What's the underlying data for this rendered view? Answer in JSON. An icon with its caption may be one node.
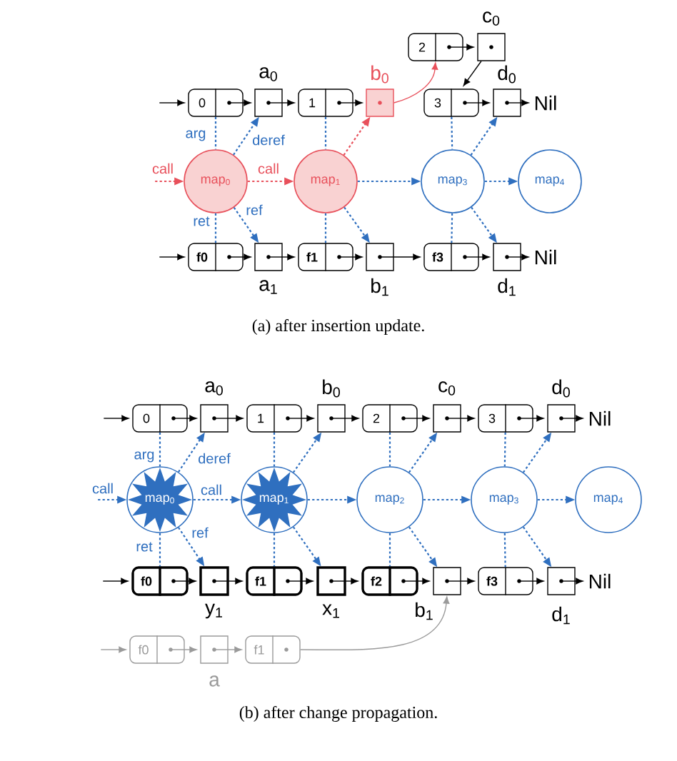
{
  "diagram": {
    "nodes": [
      {
        "text": [
          "0"
        ]
      },
      {
        "text": [],
        "shape": "box",
        "beside": [
          "a$_{0}$"
        ]
      },
      {
        "text": [
          "1"
        ]
      },
      {
        "text": [],
        "shape": "box",
        "beside": [
          "b$_{0}$"
        ]
      },
      {
        "text": [
          "2"
        ]
      },
      {
        "text": [],
        "shape": "box",
        "beside": [
          "c$_{0}$"
        ]
      },
      {
        "text": [
          "3"
        ]
      },
      {
        "text": [],
        "shape": "box",
        "beside": [
          "d$_{0}$"
        ]
      },
      {
        "text": [
          "Nil"
        ]
      },
      {
        "text": [
          "map$_{0}$"
        ]
      },
      {
        "text": [
          "map$_{1}$"
        ]
      },
      {
        "text": [
          "map$_{3}$"
        ]
      },
      {
        "text": [
          "map$_{4}$"
        ]
      },
      {
        "text": [
          "f0"
        ]
      },
      {
        "text": [],
        "shape": "box",
        "beside": [
          "a$_{1}$"
        ]
      },
      {
        "text": [
          "f1"
        ]
      },
      {
        "text": [],
        "shape": "box",
        "beside": [
          "b$_{1}$"
        ]
      },
      {
        "text": [
          "f3"
        ]
      },
      {
        "text": [],
        "shape": "box",
        "beside": [
          "d$_{1}$"
        ]
      },
      {
        "text": [
          "Nil"
        ]
      },
      {
        "text": [
          "0"
        ]
      },
      {
        "text": [],
        "shape": "box",
        "beside": [
          "a$_{0}$"
        ]
      },
      {
        "text": [
          "1"
        ]
      },
      {
        "text": [],
        "shape": "box",
        "beside": [
          "b$_{0}$"
        ]
      },
      {
        "text": [
          "2"
        ]
      },
      {
        "text": [],
        "shape": "box",
        "beside": [
          "c$_{0}$"
        ]
      },
      {
        "text": [
          "3"
        ]
      },
      {
        "text": [],
        "shape": "box",
        "beside": [
          "d$_{0}$"
        ]
      },
      {
        "text": [
          "Nil"
        ]
      },
      {
        "text": [
          "map$_{0}$"
        ]
      },
      {
        "text": [
          "map$_{1}$"
        ]
      },
      {
        "text": [
          "map$_{2}$"
        ]
      },
      {
        "text": [
          "map$_{3}$"
        ]
      },
      {
        "text": [
          "map$_{4}$"
        ]
      },
      {
        "text": [
          "f0"
        ]
      },
      {
        "text": [],
        "shape": "box",
        "beside": [
          "y$_{1}$"
        ]
      },
      {
        "text": [
          "f1"
        ]
      },
      {
        "text": [],
        "shape": "box",
        "beside": [
          "x$_{1}$"
        ]
      },
      {
        "text": [
          "f2"
        ]
      },
      {
        "text": [],
        "shape": "box",
        "beside": [
          "b$_{1}$"
        ]
      },
      {
        "text": [
          "f3"
        ]
      },
      {
        "text": [],
        "shape": "box",
        "beside": [
          "d$_{1}$"
        ]
      },
      {
        "text": [
          "Nil"
        ]
      },
      {
        "text": [
          "f0"
        ]
      },
      {
        "text": [],
        "shape": "box",
        "beside": [
          "a"
        ]
      },
      {
        "text": [
          "f1"
        ]
      }
    ],
    "edges": [
      {
        "from": null,
        "to": 0,
        "arrow": "to",
        "color": "#000000"
      },
      {
        "from": 0,
        "to": 1,
        "arrow": "to",
        "color": "#000000"
      },
      {
        "from": 1,
        "to": 2,
        "arrow": "to",
        "color": "#000000"
      },
      {
        "from": 2,
        "to": 3,
        "arrow": "to",
        "color": "#000000"
      },
      {
        "from": 3,
        "to": 4,
        "arrow": "to",
        "color": "#e8505b"
      },
      {
        "from": 4,
        "to": 5,
        "arrow": "to",
        "color": "#000000"
      },
      {
        "from": 5,
        "to": 6,
        "arrow": "to",
        "color": "#000000"
      },
      {
        "from": 6,
        "to": 7,
        "arrow": "to",
        "color": "#000000"
      },
      {
        "from": 7,
        "to": 8,
        "arrow": "to",
        "color": "#000000"
      },
      {
        "from": null,
        "to": 13,
        "arrow": "to",
        "color": "#000000"
      },
      {
        "from": 13,
        "to": 14,
        "arrow": "to",
        "color": "#000000"
      },
      {
        "from": 14,
        "to": 15,
        "arrow": "to",
        "color": "#000000"
      },
      {
        "from": 15,
        "to": 16,
        "arrow": "to",
        "color": "#000000"
      },
      {
        "from": 16,
        "to": 17,
        "arrow": "to",
        "color": "#000000"
      },
      {
        "from": 17,
        "to": 18,
        "arrow": "to",
        "color": "#000000"
      },
      {
        "from": 18,
        "to": 19,
        "arrow": "to",
        "color": "#000000"
      },
      {
        "from": 0,
        "to": 9,
        "arrow": "none",
        "style": "dashed",
        "color": "#2f6fbf",
        "label": "arg"
      },
      {
        "from": 9,
        "to": 1,
        "arrow": "to",
        "style": "dashed",
        "color": "#2f6fbf",
        "label": "deref"
      },
      {
        "from": 9,
        "to": 13,
        "arrow": "none",
        "style": "dashed",
        "color": "#2f6fbf",
        "label": "ret"
      },
      {
        "from": 9,
        "to": 14,
        "arrow": "to",
        "style": "dashed",
        "color": "#2f6fbf",
        "label": "ref"
      },
      {
        "from": null,
        "to": 9,
        "arrow": "to",
        "style": "dashed",
        "color": "#e8505b",
        "label": "call"
      },
      {
        "from": 9,
        "to": 10,
        "arrow": "to",
        "style": "dashed",
        "color": "#e8505b",
        "label": "call"
      },
      {
        "from": 2,
        "to": 10,
        "arrow": "none",
        "style": "dashed",
        "color": "#2f6fbf"
      },
      {
        "from": 10,
        "to": 3,
        "arrow": "to",
        "style": "dashed",
        "color": "#e8505b"
      },
      {
        "from": 10,
        "to": 15,
        "arrow": "none",
        "style": "dashed",
        "color": "#2f6fbf"
      },
      {
        "from": 10,
        "to": 16,
        "arrow": "to",
        "style": "dashed",
        "color": "#2f6fbf"
      },
      {
        "from": 10,
        "to": 11,
        "arrow": "to",
        "style": "dashed",
        "color": "#2f6fbf"
      },
      {
        "from": 6,
        "to": 11,
        "arrow": "none",
        "style": "dashed",
        "color": "#2f6fbf"
      },
      {
        "from": 11,
        "to": 7,
        "arrow": "to",
        "style": "dashed",
        "color": "#2f6fbf"
      },
      {
        "from": 11,
        "to": 17,
        "arrow": "none",
        "style": "dashed",
        "color": "#2f6fbf"
      },
      {
        "from": 11,
        "to": 18,
        "arrow": "to",
        "style": "dashed",
        "color": "#2f6fbf"
      },
      {
        "from": 11,
        "to": 12,
        "arrow": "to",
        "style": "dashed",
        "color": "#2f6fbf"
      },
      {
        "from": null,
        "to": 20,
        "arrow": "to",
        "color": "#000000"
      },
      {
        "from": 20,
        "to": 21,
        "arrow": "to",
        "color": "#000000"
      },
      {
        "from": 21,
        "to": 22,
        "arrow": "to",
        "color": "#000000"
      },
      {
        "from": 22,
        "to": 23,
        "arrow": "to",
        "color": "#000000"
      },
      {
        "from": 23,
        "to": 24,
        "arrow": "to",
        "color": "#000000"
      },
      {
        "from": 24,
        "to": 25,
        "arrow": "to",
        "color": "#000000"
      },
      {
        "from": 25,
        "to": 26,
        "arrow": "to",
        "color": "#000000"
      },
      {
        "from": 26,
        "to": 27,
        "arrow": "to",
        "color": "#000000"
      },
      {
        "from": 27,
        "to": 28,
        "arrow": "to",
        "color": "#000000"
      },
      {
        "from": null,
        "to": 34,
        "arrow": "to",
        "color": "#000000"
      },
      {
        "from": 34,
        "to": 35,
        "arrow": "to",
        "color": "#000000"
      },
      {
        "from": 35,
        "to": 36,
        "arrow": "to",
        "color": "#000000"
      },
      {
        "from": 36,
        "to": 37,
        "arrow": "to",
        "color": "#000000"
      },
      {
        "from": 37,
        "to": 38,
        "arrow": "to",
        "color": "#000000"
      },
      {
        "from": 38,
        "to": 39,
        "arrow": "to",
        "color": "#000000"
      },
      {
        "from": 39,
        "to": 40,
        "arrow": "to",
        "color": "#000000"
      },
      {
        "from": 40,
        "to": 41,
        "arrow": "to",
        "color": "#000000"
      },
      {
        "from": 41,
        "to": 42,
        "arrow": "to",
        "color": "#000000"
      },
      {
        "from": null,
        "to": 43,
        "arrow": "to",
        "color": "#9a9a9a"
      },
      {
        "from": 43,
        "to": 44,
        "arrow": "to",
        "color": "#9a9a9a"
      },
      {
        "from": 44,
        "to": 45,
        "arrow": "to",
        "color": "#9a9a9a"
      },
      {
        "from": 45,
        "to": 39,
        "arrow": "to",
        "color": "#9a9a9a"
      },
      {
        "from": 20,
        "to": 29,
        "arrow": "none",
        "style": "dashed",
        "color": "#2f6fbf",
        "label": "arg"
      },
      {
        "from": 29,
        "to": 21,
        "arrow": "to",
        "style": "dashed",
        "color": "#2f6fbf",
        "label": "deref"
      },
      {
        "from": 29,
        "to": 34,
        "arrow": "none",
        "style": "dashed",
        "color": "#2f6fbf",
        "label": "ret"
      },
      {
        "from": 29,
        "to": 35,
        "arrow": "to",
        "style": "dashed",
        "color": "#2f6fbf",
        "label": "ref"
      },
      {
        "from": null,
        "to": 29,
        "arrow": "to",
        "style": "dashed",
        "color": "#2f6fbf",
        "label": "call"
      },
      {
        "from": 29,
        "to": 30,
        "arrow": "to",
        "style": "dashed",
        "color": "#2f6fbf",
        "label": "call"
      },
      {
        "from": 22,
        "to": 30,
        "arrow": "none",
        "style": "dashed",
        "color": "#2f6fbf"
      },
      {
        "from": 30,
        "to": 23,
        "arrow": "to",
        "style": "dashed",
        "color": "#2f6fbf"
      },
      {
        "from": 30,
        "to": 36,
        "arrow": "none",
        "style": "dashed",
        "color": "#2f6fbf"
      },
      {
        "from": 30,
        "to": 37,
        "arrow": "to",
        "style": "dashed",
        "color": "#2f6fbf"
      },
      {
        "from": 30,
        "to": 31,
        "arrow": "to",
        "style": "dashed",
        "color": "#2f6fbf"
      },
      {
        "from": 24,
        "to": 31,
        "arrow": "none",
        "style": "dashed",
        "color": "#2f6fbf"
      },
      {
        "from": 31,
        "to": 25,
        "arrow": "to",
        "style": "dashed",
        "color": "#2f6fbf"
      },
      {
        "from": 31,
        "to": 38,
        "arrow": "none",
        "style": "dashed",
        "color": "#2f6fbf"
      },
      {
        "from": 31,
        "to": 39,
        "arrow": "to",
        "style": "dashed",
        "color": "#2f6fbf"
      },
      {
        "from": 31,
        "to": 32,
        "arrow": "to",
        "style": "dashed",
        "color": "#2f6fbf"
      },
      {
        "from": 26,
        "to": 32,
        "arrow": "none",
        "style": "dashed",
        "color": "#2f6fbf"
      },
      {
        "from": 32,
        "to": 27,
        "arrow": "to",
        "style": "dashed",
        "color": "#2f6fbf"
      },
      {
        "from": 32,
        "to": 40,
        "arrow": "none",
        "style": "dashed",
        "color": "#2f6fbf"
      },
      {
        "from": 32,
        "to": 41,
        "arrow": "to",
        "style": "dashed",
        "color": "#2f6fbf"
      },
      {
        "from": 32,
        "to": 33,
        "arrow": "to",
        "style": "dashed",
        "color": "#2f6fbf"
      }
    ],
    "labels": [
      "(a) after insertion update.",
      "(b) after change propagation."
    ]
  }
}
